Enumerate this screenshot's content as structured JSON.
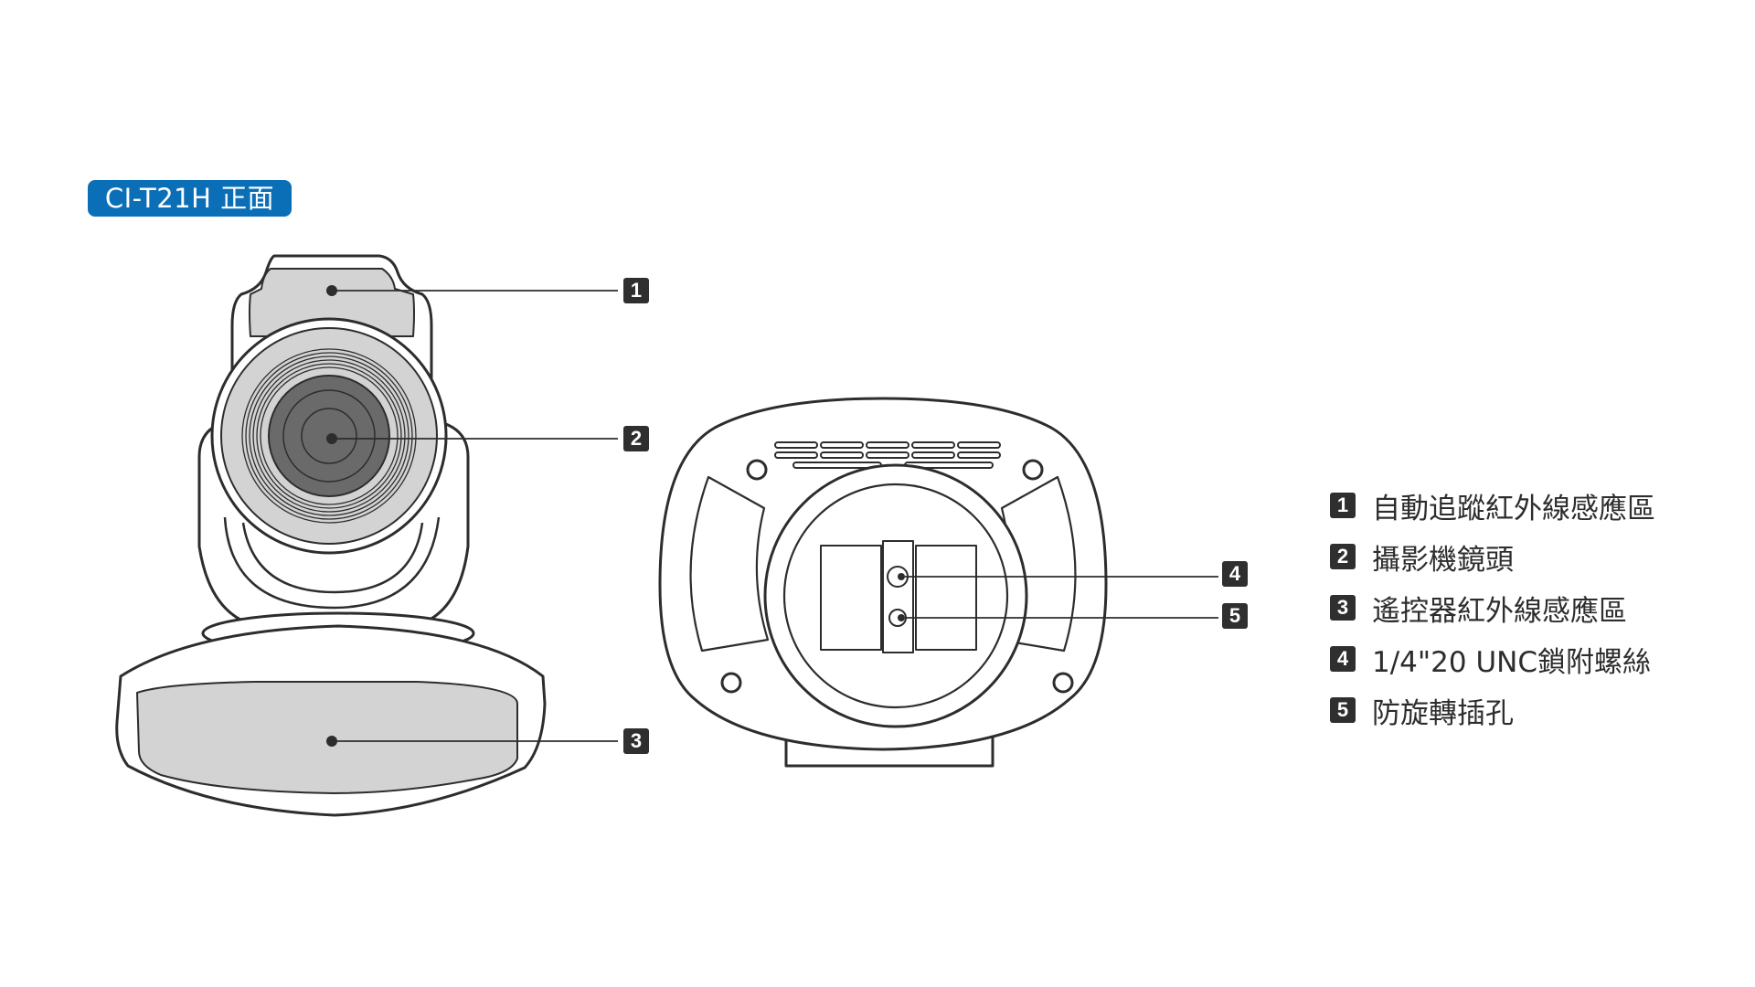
{
  "title": "CI-T21H 正面",
  "callouts": [
    "1",
    "2",
    "3",
    "4",
    "5"
  ],
  "legend": [
    {
      "num": "1",
      "text": "自動追蹤紅外線感應區"
    },
    {
      "num": "2",
      "text": "攝影機鏡頭"
    },
    {
      "num": "3",
      "text": "遙控器紅外線感應區"
    },
    {
      "num": "4",
      "text": "1/4\"20 UNC鎖附螺絲"
    },
    {
      "num": "5",
      "text": "防旋轉插孔"
    }
  ],
  "colors": {
    "badge": "#0b6fb8",
    "stroke": "#2d2d2d",
    "fill_gray": "#d3d3d3",
    "lens_dark": "#6a6a6a",
    "callout": "#2f2f2f"
  }
}
